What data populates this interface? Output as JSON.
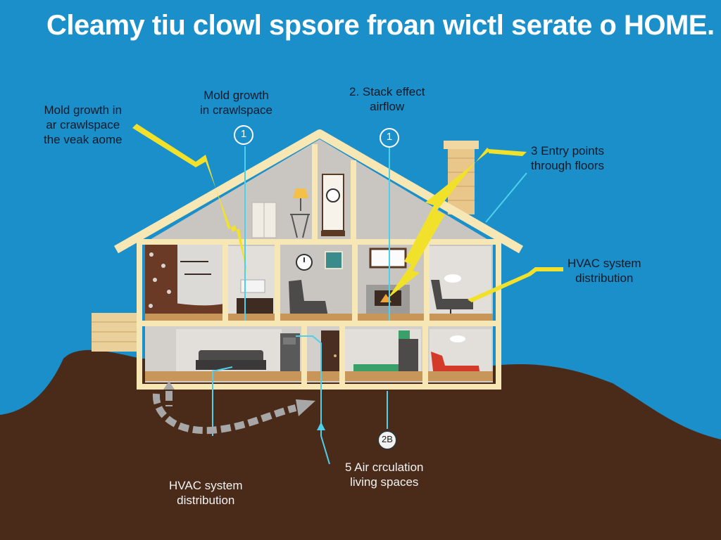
{
  "title": "Cleamy tiu clowl spsore froan wictl serate o HOME.",
  "callouts": {
    "left_top": [
      "Mold growth in",
      "ar crawlspace",
      "the veak aome"
    ],
    "mold_attic": [
      "Mold growth",
      "in crawlspace"
    ],
    "stack_effect": [
      "2. Stack effect",
      "airflow"
    ],
    "entry_points": [
      "3 Entry points",
      "through floors"
    ],
    "hvac_right": [
      "HVAC system",
      "distribution"
    ],
    "hvac_bottom": [
      "HVAC system",
      "distribution"
    ],
    "air_circulation": [
      "5 Air crculation",
      "living spaces"
    ]
  },
  "markers": {
    "marker_1a": "1",
    "marker_1b": "1",
    "marker_2b": "2B"
  },
  "colors": {
    "sky": "#1a8fca",
    "ground": "#4a2a19",
    "house_frame": "#f6e7b4",
    "interior": "#c9c6c1",
    "floor": "#c9965a",
    "arrow_yellow": "#f2e12a",
    "pointer_blue": "#4fd0ea",
    "airflow_arrow": "#a7a7a7"
  },
  "icons": [
    "mold-wall-icon",
    "sofa-icon",
    "armchair-icon",
    "lamp-icon",
    "clock-icon",
    "furnace-icon",
    "window-icon",
    "fireplace-icon",
    "chimney-icon"
  ]
}
